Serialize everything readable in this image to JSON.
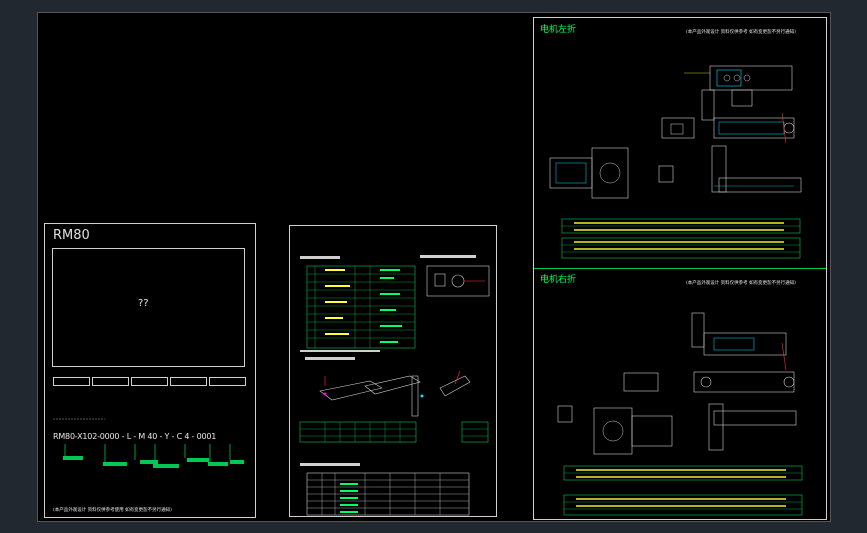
{
  "colors": {
    "background": "#212830",
    "canvas": "#000000",
    "line": "#cfcfcf",
    "green": "#00ff66",
    "yellow": "#ffff33",
    "red": "#ff3030",
    "cyan": "#00e0ff"
  },
  "left_sheet": {
    "title": "RM80",
    "image_placeholder": "??",
    "model_code": "RM80-X102-0000 - L - M 40 - Y - C 4 - 0001",
    "footer_note": "(本产品外观设计 资料仅供参考使用 如有变更恕不另行通知)"
  },
  "right_sheet": {
    "top_section_title": "电机左折",
    "bottom_section_title": "电机右折",
    "top_note": "(本产品外观设计 资料仅供参考 如有变更恕不另行通知)",
    "bottom_note": "(本产品外观设计 资料仅供参考 如有变更恕不另行通知)"
  },
  "center_sheet": {
    "icons": [
      "table-icon",
      "schematic-icon",
      "axis-diagram-icon",
      "spec-table-icon"
    ]
  }
}
